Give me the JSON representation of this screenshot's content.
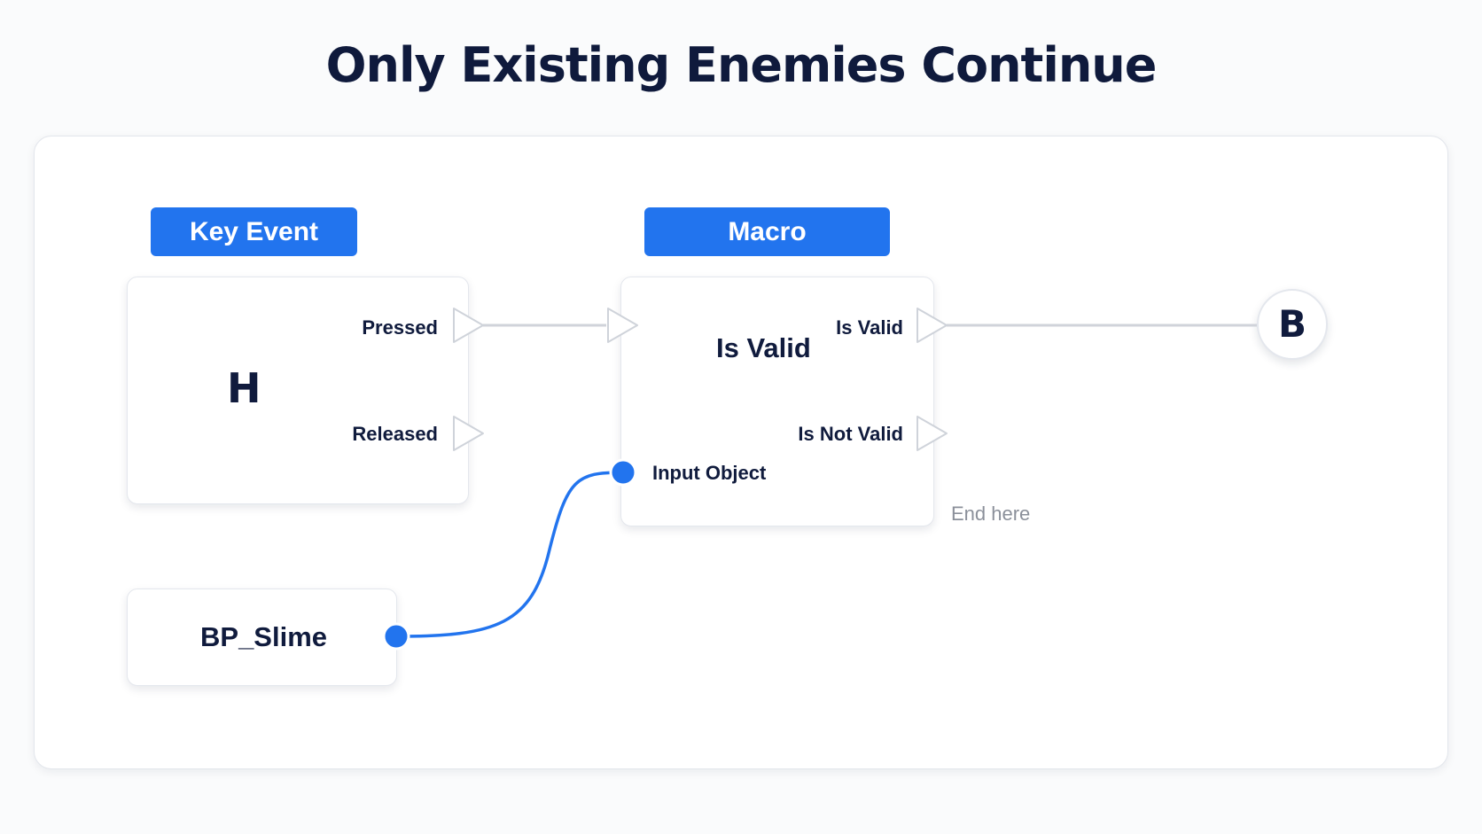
{
  "title": "Only Existing Enemies Continue",
  "colors": {
    "accent": "#2274ee",
    "wire_exec": "#d0d3da",
    "wire_data": "#2274ee",
    "text_dark": "#101b3d",
    "text_muted": "#8b909a"
  },
  "key_event_node": {
    "header": "Key Event",
    "key": "H",
    "pins": {
      "pressed": "Pressed",
      "released": "Released"
    }
  },
  "macro_node": {
    "header": "Macro",
    "title": "Is Valid",
    "pins": {
      "is_valid": "Is Valid",
      "is_not_valid": "Is Not Valid",
      "input_object": "Input Object"
    },
    "end_hint": "End here"
  },
  "bp_slime_node": {
    "title": "BP_Slime"
  },
  "reroute_node": {
    "label": "B"
  }
}
